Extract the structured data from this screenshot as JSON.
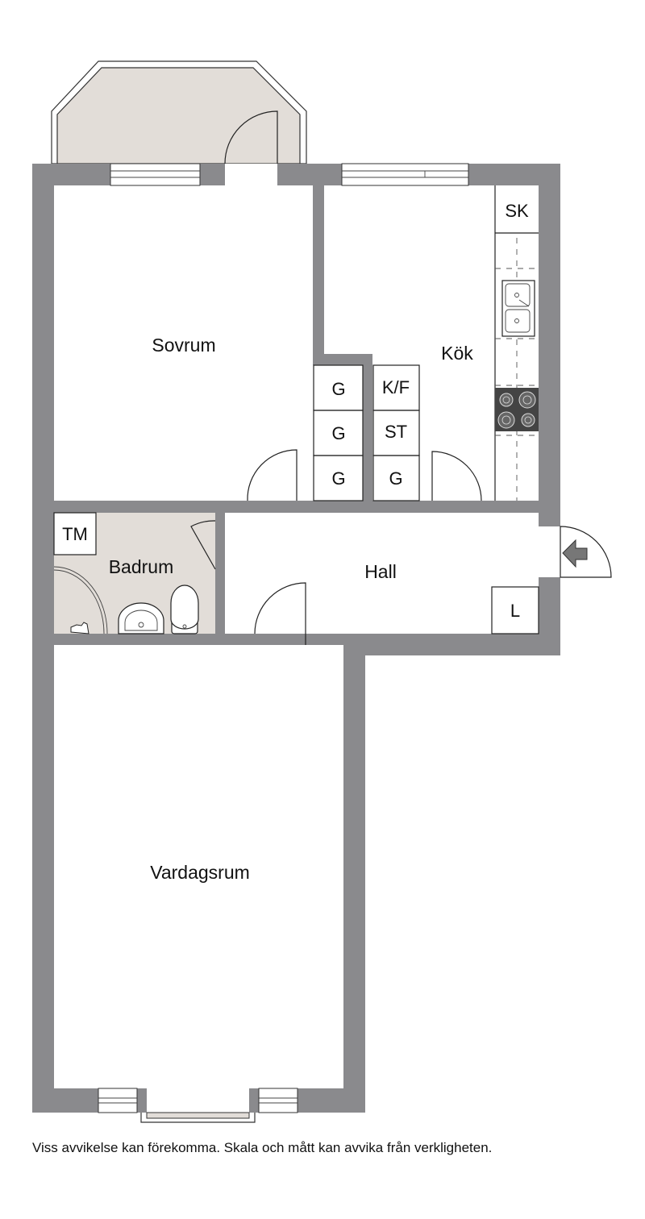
{
  "rooms": {
    "bedroom": "Sovrum",
    "kitchen": "Kök",
    "bathroom": "Badrum",
    "hall": "Hall",
    "living_room": "Vardagsrum"
  },
  "fixtures": {
    "cabinet": "SK",
    "fridge_freezer": "K/F",
    "wardrobe_1": "G",
    "wardrobe_2": "G",
    "wardrobe_3": "G",
    "wardrobe_4": "G",
    "storage": "ST",
    "washing_machine": "TM",
    "linen_closet": "L"
  },
  "icons": {
    "entrance": "entrance-arrow-icon",
    "sink": "kitchen-sink-icon",
    "stove": "stove-icon",
    "toilet": "toilet-icon",
    "washbasin": "washbasin-icon",
    "shower": "shower-icon"
  },
  "colors": {
    "wall": "#8a8a8d",
    "wet_area": "#e2ddd8"
  },
  "disclaimer": "Viss avvikelse kan förekomma. Skala och mått kan avvika från verkligheten."
}
